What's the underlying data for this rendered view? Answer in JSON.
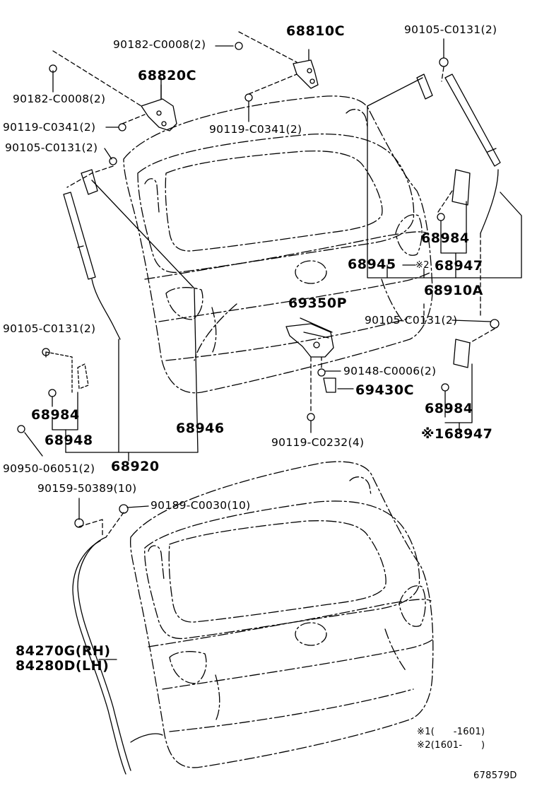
{
  "labels": {
    "p68810C": "68810C",
    "p90182_top": "90182-C0008(2)",
    "p90182_left": "90182-C0008(2)",
    "p68820C": "68820C",
    "p90119_left": "90119-C0341(2)",
    "p90119_mid": "90119-C0341(2)",
    "p90105_tr": "90105-C0131(2)",
    "p90105_left": "90105-C0131(2)",
    "p68984_r1": "68984",
    "p68945": "68945",
    "note2_mark": "※2",
    "p68947_r1": "68947",
    "p68910A": "68910A",
    "p69350P": "69350P",
    "p90105_mid": "90105-C0131(2)",
    "p90105_l2": "90105-C0131(2)",
    "p90148": "90148-C0006(2)",
    "p69430C": "69430C",
    "p68984_l": "68984",
    "p68948": "68948",
    "p68946": "68946",
    "p68984_r2": "68984",
    "p68947_r2": "※168947",
    "p90119_bot": "90119-C0232(4)",
    "p90950": "90950-06051(2)",
    "p68920": "68920",
    "p90159": "90159-50389(10)",
    "p90189": "90189-C0030(10)",
    "p84270G": "84270G(RH)",
    "p84280D": "84280D(LH)",
    "note1": "※1(　　-1601)",
    "note2": "※2(1601-　　)",
    "diagram_id": "678579D"
  }
}
